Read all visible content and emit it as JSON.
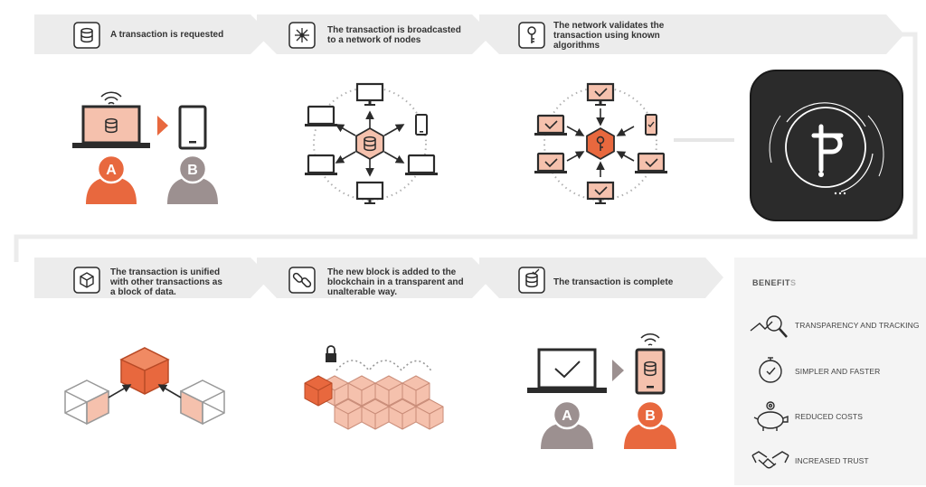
{
  "steps": [
    {
      "text": "A transaction is requested",
      "icon": "database-icon"
    },
    {
      "text": "The transaction is broadcasted to a network of nodes",
      "icon": "network-icon"
    },
    {
      "text": "The network validates the transaction using known algorithms",
      "icon": "key-icon"
    },
    {
      "text": "The transaction is unified with other transactions as a block of data.",
      "icon": "cube-icon"
    },
    {
      "text": "The new block is added to the blockchain in a transparent and unalterable way.",
      "icon": "chain-link-icon"
    },
    {
      "text": "The transaction is complete",
      "icon": "database-check-icon"
    }
  ],
  "users": {
    "a": "A",
    "b": "B"
  },
  "benefits": {
    "heading_main": "BENEFIT",
    "heading_tail": "S",
    "items": [
      {
        "label": "TRANSPARENCY AND TRACKING",
        "icon": "magnifier-chart-icon"
      },
      {
        "label": "SIMPLER AND FASTER",
        "icon": "stopwatch-icon"
      },
      {
        "label": "REDUCED COSTS",
        "icon": "piggy-bank-icon"
      },
      {
        "label": "INCREASED TRUST",
        "icon": "handshake-icon"
      }
    ]
  },
  "colors": {
    "accent": "#e8683e",
    "accent_light": "#f5c1ad",
    "gray": "#9c9090",
    "dark": "#2b2b2b",
    "band": "#ececec"
  }
}
